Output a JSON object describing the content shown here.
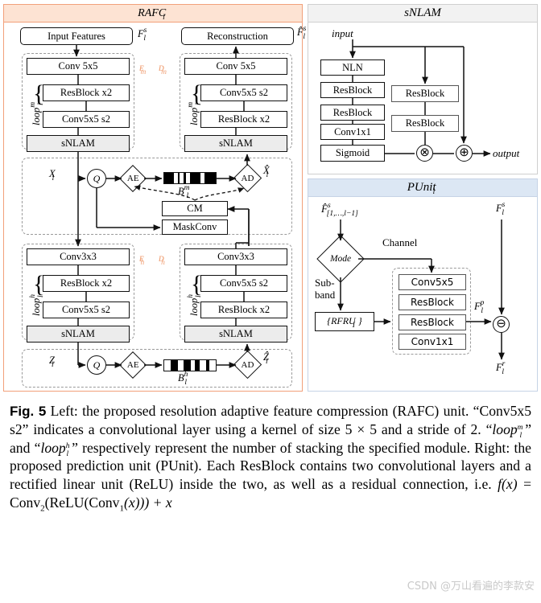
{
  "figure": {
    "panels": {
      "rafc": {
        "title": "RAFC",
        "title_sub": "l",
        "io": {
          "input_label": "Input Features",
          "input_sym": "F",
          "input_sym_sup": "s",
          "input_sym_sub": "l",
          "output_label": "Reconstruction",
          "output_sym": "F̂",
          "output_sym_sup": "s",
          "output_sym_sub": "l"
        },
        "encoder_m": {
          "tag": "ᴇ",
          "tag_sub": "m",
          "loop_label": "loop",
          "loop_sup": "m",
          "loop_sub": "l",
          "blocks": [
            "Conv 5x5",
            "ResBlock x2",
            "Conv5x5 s2",
            "sNLAM"
          ]
        },
        "decoder_m": {
          "tag": "ᴅ",
          "tag_sub": "m",
          "loop_label": "loop",
          "loop_sup": "m",
          "loop_sub": "l",
          "blocks": [
            "Conv 5x5",
            "Conv5x5 s2",
            "ResBlock x2",
            "sNLAM"
          ]
        },
        "encoder_h": {
          "tag": "ᴇ",
          "tag_sub": "h",
          "loop_label": "loop",
          "loop_sup": "h",
          "loop_sub": "l",
          "blocks": [
            "Conv3x3",
            "ResBlock x2",
            "Conv5x5 s2",
            "sNLAM"
          ]
        },
        "decoder_h": {
          "tag": "ᴅ",
          "tag_sub": "h",
          "loop_label": "loop",
          "loop_sup": "h",
          "loop_sub": "l",
          "blocks": [
            "Conv3x3",
            "Conv5x5 s2",
            "ResBlock x2",
            "sNLAM"
          ]
        },
        "codec_m": {
          "in_sym": "X",
          "in_sub": "l",
          "q": "Q",
          "ae": "AE",
          "ad": "AD",
          "bitstream": "B",
          "bitstream_sup": "m",
          "bitstream_sub": "l",
          "out_sym": "X̂",
          "out_sub": "l"
        },
        "codec_h": {
          "in_sym": "Z",
          "in_sub": "l",
          "q": "Q",
          "ae": "AE",
          "ad": "AD",
          "bitstream": "B",
          "bitstream_sup": "h",
          "bitstream_sub": "l",
          "out_sym": "Ẑ",
          "out_sub": "l"
        },
        "context": {
          "cm": "CM",
          "maskconv": "MaskConv"
        }
      },
      "snlam": {
        "title": "sNLAM",
        "input_label": "input",
        "output_label": "output",
        "left_branch": [
          "NLN",
          "ResBlock",
          "ResBlock",
          "Conv1x1",
          "Sigmoid"
        ],
        "mid_branch": [
          "ResBlock",
          "ResBlock"
        ],
        "ops": {
          "multiply": "⊗",
          "add": "⊕"
        }
      },
      "punit": {
        "title": "PUnit",
        "title_sub": "l",
        "input_sym": "F̂",
        "input_sup": "s",
        "input_sub": "[1,…,l−1]",
        "decision": "Mode",
        "branch_channel": "Channel",
        "branch_subband": "Sub-band",
        "rfru": "{RFRU",
        "rfru_sub": "I",
        "rfru_close": "}",
        "conv_stack": [
          "Conv5x5",
          "ResBlock",
          "ResBlock",
          "Conv1x1"
        ],
        "pred_sym": "F",
        "pred_sup": "p",
        "pred_sub": "l",
        "skip_sym": "F",
        "skip_sup": "s",
        "skip_sub": "l",
        "minus": "⊖",
        "resid_sym": "F",
        "resid_sup": "r",
        "resid_sub": "l"
      }
    },
    "colors": {
      "rafc_header_bg": "#fde3d3",
      "rafc_border": "#f2a07a",
      "rafc_tag": "#f0a278",
      "snlam_header_bg": "#f2f2f2",
      "snlam_border": "#cfcfcf",
      "punit_header_bg": "#dce7f4",
      "punit_border": "#c6d3e6",
      "box_border": "#111111",
      "gray_fill": "#ececec",
      "dashed_group": "#9a9a9a"
    }
  },
  "caption": {
    "label": "Fig. 5",
    "text_part1": "Left: the proposed resolution adaptive feature compression (RAFC) unit. “Conv5x5 s2” indicates a convolutional layer using a kernel of size 5 × 5 and a stride of 2. “",
    "loop_m": "loop",
    "loop_m_sup": "m",
    "loop_m_sub": "l",
    "text_part2": "” and “",
    "loop_h": "loop",
    "loop_h_sup": "h",
    "loop_h_sub": "l",
    "text_part3": "” respectively represent the number of stacking the specified module. Right: the proposed prediction unit (PUnit). Each ResBlock contains two convolutional layers and a rectified linear unit (ReLU) inside the two, as well as a residual connection, i.e. ",
    "formula_fx": "f",
    "formula_x1": "(x)",
    "formula_eq": " = Conv",
    "formula_sub2": "2",
    "formula_mid": "(ReLU(Conv",
    "formula_sub1": "1",
    "formula_tail": "(x))) + ",
    "formula_x2": "x"
  },
  "watermark": "CSDN @万山看遍的李款安"
}
